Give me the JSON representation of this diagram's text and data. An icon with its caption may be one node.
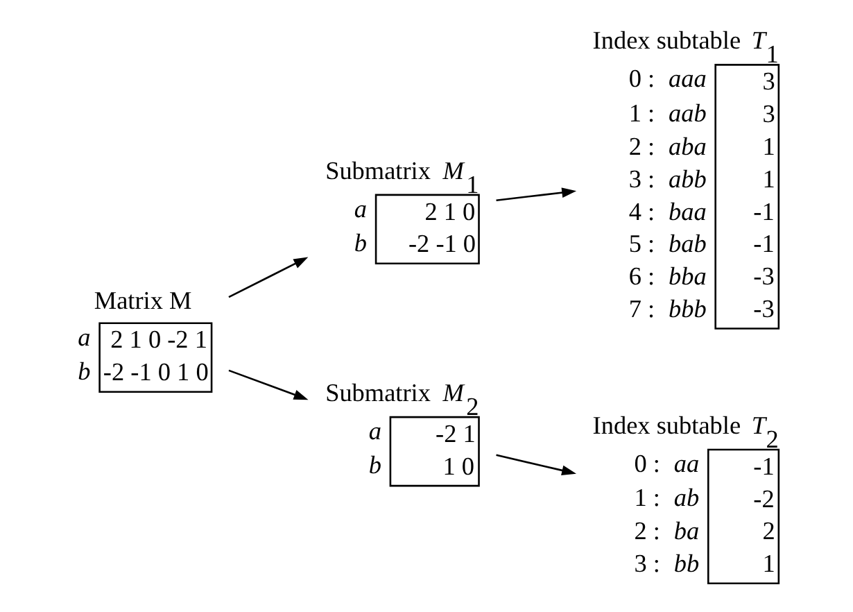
{
  "diagram": {
    "nodes": [
      {
        "text": [
          "Matrix M",
          "*a*",
          "2 1 0 -2 1",
          "*b*",
          "-2 -1 0 1 0"
        ]
      },
      {
        "text": [
          "Submatrix *M*$_{1}$",
          "*a*",
          "2 1 0",
          "*b*",
          "-2 -1 0"
        ]
      },
      {
        "text": [
          "Submatrix *M*$_{2}$",
          "*a*",
          "-2 1",
          "*b*",
          "1 0"
        ]
      },
      {
        "text": [
          "Index subtable *T*$_{1}$",
          "0 : *aaa*",
          "3",
          "1 : *aab*",
          "3",
          "2 : *aba*",
          "1",
          "3 : *abb*",
          "1",
          "4 : *baa*",
          "-1",
          "5 : *bab*",
          "-1",
          "6 : *bba*",
          "-3",
          "7 : *bbb*",
          "-3"
        ]
      },
      {
        "text": [
          "Index subtable *T*$_{2}$",
          "0 : *aa*",
          "-1",
          "1 : *ab*",
          "-2",
          "2 : *ba*",
          "2",
          "3 : *bb*",
          "1"
        ]
      }
    ],
    "edges": [
      {
        "from": 0,
        "to": 1,
        "arrow": "to"
      },
      {
        "from": 0,
        "to": 2,
        "arrow": "to"
      },
      {
        "from": 1,
        "to": 3,
        "arrow": "to"
      },
      {
        "from": 2,
        "to": 4,
        "arrow": "to"
      }
    ]
  }
}
